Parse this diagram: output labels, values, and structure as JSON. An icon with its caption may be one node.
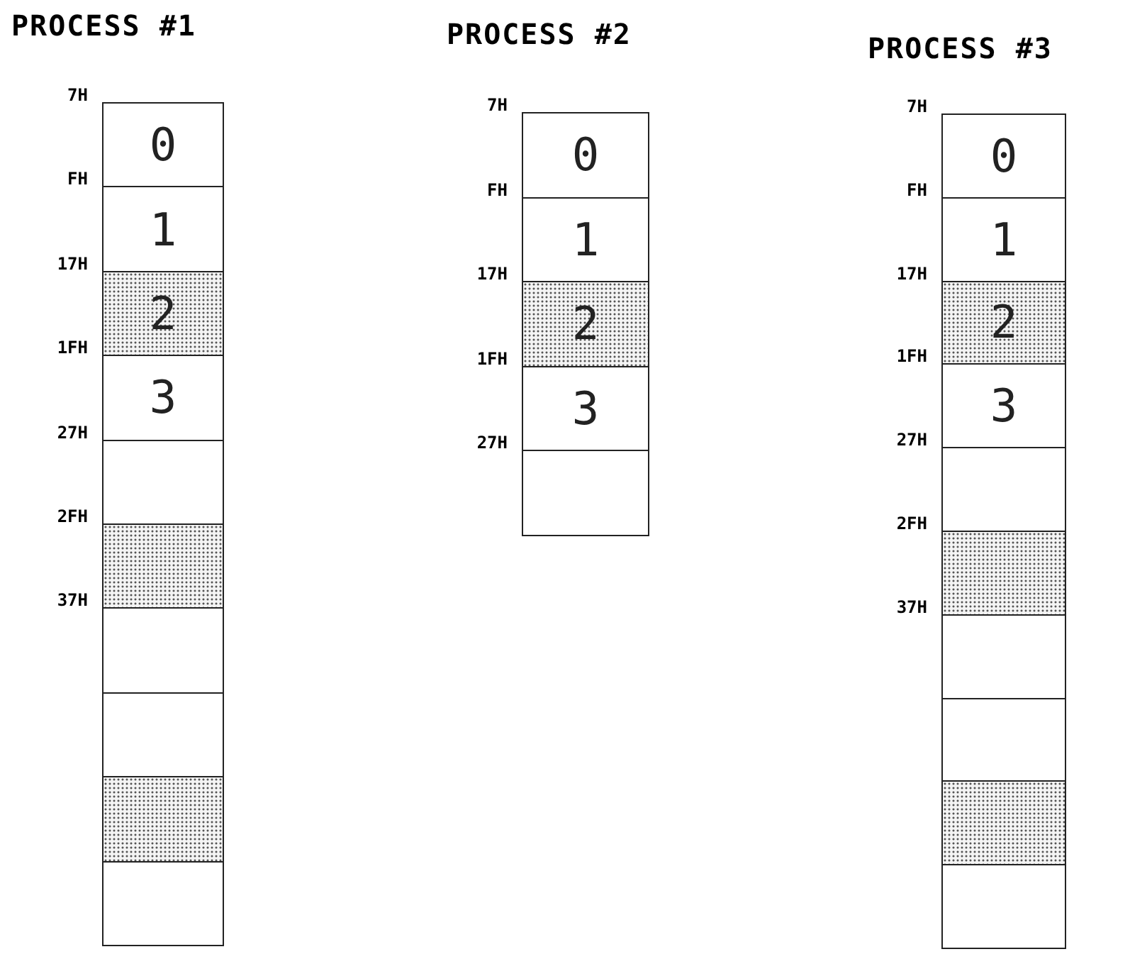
{
  "diagram": {
    "nodes": [
      {
        "text": [
          "PROCESS #1"
        ]
      },
      {
        "text": [
          "0"
        ],
        "in": 0,
        "beside": [
          "7H"
        ]
      },
      {
        "text": [
          "1"
        ],
        "in": 0,
        "beside": [
          "FH"
        ]
      },
      {
        "text": [
          "2"
        ],
        "in": 0,
        "beside": [
          "17H"
        ]
      },
      {
        "text": [
          "3"
        ],
        "in": 0,
        "beside": [
          "1FH"
        ]
      },
      {
        "text": [],
        "shape": "box",
        "in": 0,
        "beside": [
          "27H"
        ]
      },
      {
        "text": [],
        "shape": "box",
        "in": 0,
        "beside": [
          "2FH"
        ]
      },
      {
        "text": [],
        "shape": "box",
        "in": 0,
        "beside": [
          "37H"
        ]
      },
      {
        "text": [],
        "shape": "box",
        "in": 0
      },
      {
        "text": [],
        "shape": "box",
        "in": 0
      },
      {
        "text": [],
        "shape": "box",
        "in": 0
      },
      {
        "text": [
          "PROCESS #2"
        ]
      },
      {
        "text": [
          "0"
        ],
        "in": 11,
        "beside": [
          "7H"
        ]
      },
      {
        "text": [
          "1"
        ],
        "in": 11,
        "beside": [
          "FH"
        ]
      },
      {
        "text": [
          "2"
        ],
        "in": 11,
        "beside": [
          "17H"
        ]
      },
      {
        "text": [
          "3"
        ],
        "in": 11,
        "beside": [
          "1FH"
        ]
      },
      {
        "text": [],
        "shape": "box",
        "in": 11,
        "beside": [
          "27H"
        ]
      },
      {
        "text": [
          "PROCESS #3"
        ]
      },
      {
        "text": [
          "0"
        ],
        "in": 17,
        "beside": [
          "7H"
        ]
      },
      {
        "text": [
          "1"
        ],
        "in": 17,
        "beside": [
          "FH"
        ]
      },
      {
        "text": [
          "2"
        ],
        "in": 17,
        "beside": [
          "17H"
        ]
      },
      {
        "text": [
          "3"
        ],
        "in": 17,
        "beside": [
          "1FH"
        ]
      },
      {
        "text": [],
        "shape": "box",
        "in": 17,
        "beside": [
          "27H"
        ]
      },
      {
        "text": [],
        "shape": "box",
        "in": 17,
        "beside": [
          "2FH"
        ]
      },
      {
        "text": [],
        "shape": "box",
        "in": 17,
        "beside": [
          "37H"
        ]
      },
      {
        "text": [],
        "shape": "box",
        "in": 17
      },
      {
        "text": [],
        "shape": "box",
        "in": 17
      },
      {
        "text": [],
        "shape": "box",
        "in": 17
      }
    ]
  }
}
